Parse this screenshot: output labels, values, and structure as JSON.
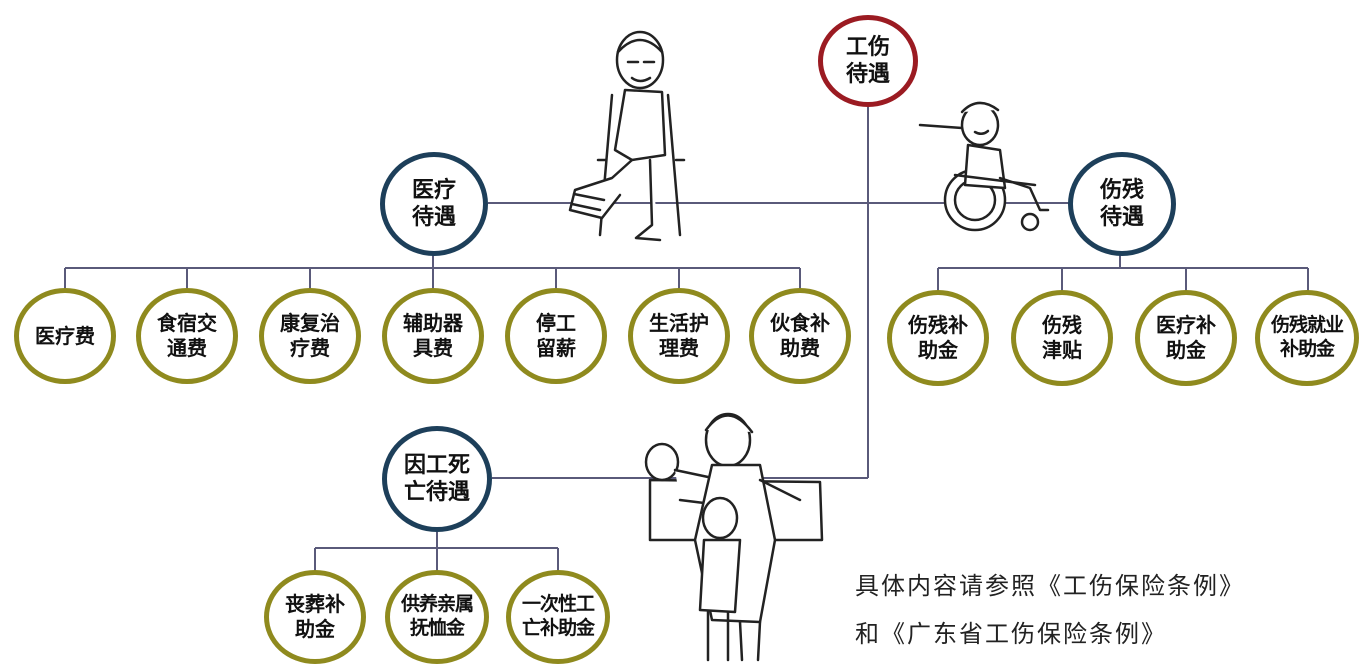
{
  "root": {
    "label": "工伤\n待遇"
  },
  "categories": {
    "medical": {
      "label": "医疗\n待遇"
    },
    "disability": {
      "label": "伤残\n待遇"
    },
    "death": {
      "label": "因工死\n亡待遇"
    }
  },
  "medical_items": [
    "医疗费",
    "食宿交\n通费",
    "康复治\n疗费",
    "辅助器\n具费",
    "停工\n留薪",
    "生活护\n理费",
    "伙食补\n助费"
  ],
  "disability_items": [
    "伤残补\n助金",
    "伤残\n津贴",
    "医疗补\n助金",
    "伤残就业\n补助金"
  ],
  "death_items": [
    "丧葬补\n助金",
    "供养亲属\n抚恤金",
    "一次性工\n亡补助金"
  ],
  "note": {
    "line1": "具体内容请参照《工伤保险条例》",
    "line2": "和《广东省工伤保险条例》"
  },
  "colors": {
    "root_border": "#9b1b22",
    "category_border": "#1d3f5a",
    "leaf_border": "#8f8a1e",
    "connector": "#5a5a7a"
  }
}
